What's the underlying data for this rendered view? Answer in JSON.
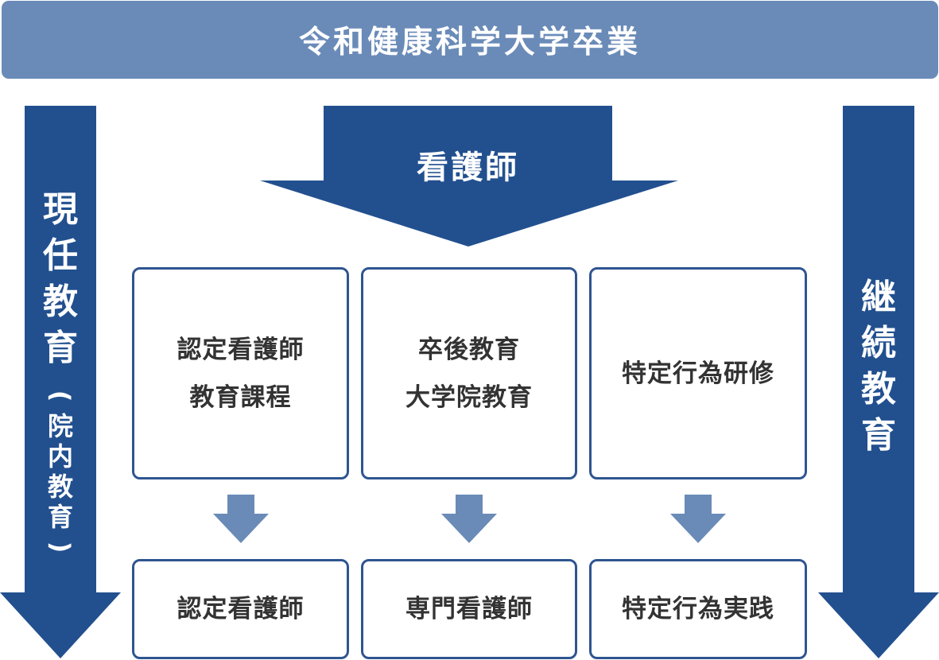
{
  "banner": {
    "title": "令和健康科学大学卒業"
  },
  "left_arrow": {
    "label": "現任教育",
    "sub_label": "(院内教育)"
  },
  "right_arrow": {
    "label": "継続教育"
  },
  "center_arrow": {
    "label": "看護師"
  },
  "programs": [
    {
      "lines": [
        "認定看護師",
        "教育課程"
      ],
      "outcome": "認定看護師"
    },
    {
      "lines": [
        "卒後教育",
        "大学院教育"
      ],
      "outcome": "専門看護師"
    },
    {
      "lines": [
        "特定行為研修"
      ],
      "outcome": "特定行為実践"
    }
  ],
  "colors": {
    "banner": "#6a8bb8",
    "arrow_dark": "#22508f",
    "arrow_light": "#6a8bb8",
    "box_border": "#2f5590",
    "box_text": "#333333"
  }
}
